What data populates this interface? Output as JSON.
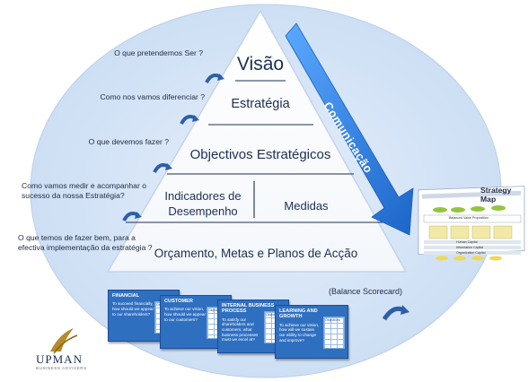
{
  "pyramid": {
    "levels": [
      "Visão",
      "Estratégia",
      "Objectivos Estratégicos",
      "Indicadores de Desempenho",
      "Medidas",
      "Orçamento, Metas e Planos de Acção"
    ]
  },
  "questions": [
    "O que pretendemos Ser ?",
    "Como nos vamos diferenciar ?",
    "O que devemos fazer ?",
    "Como vamos medir e acompanhar o sucesso da nossa Estratégia?",
    "O que temos de fazer bem, para a efectiva implementação da estratégia ?"
  ],
  "comunicacao_label": "Comunicação",
  "strategy_map": {
    "title": "Strategy Map",
    "inner_labels": [
      "Balanced Value Proposition",
      "Human Capital",
      "Information Capital",
      "Organization Capital"
    ]
  },
  "balanced_scorecard_label": "(Balance Scorecard)",
  "bsc_cards": [
    {
      "heading": "FINANCIAL",
      "question": "To succeed financially, how should we appear to our shareholders?",
      "column": "Objectives"
    },
    {
      "heading": "CUSTOMER",
      "question": "To achieve our vision, how should we appear to our customers?",
      "column": "Objectives"
    },
    {
      "heading": "INTERNAL BUSINESS\nPROCESS",
      "question": "To satisfy our shareholders and customers, what business processes must we excel at?",
      "column": "Objectives"
    },
    {
      "heading": "LEARNING AND\nGROWTH",
      "question": "To achieve our vision, how will we sustain our ability to change and improve?",
      "column": "Objectives"
    }
  ],
  "logo": {
    "name": "UPMAN",
    "tagline": "BUSINESS ADVISERS"
  },
  "colors": {
    "pyramid_fill": "#ffffff",
    "ellipse": "#d7e6f7",
    "arrow_blue": "#2e7fdf",
    "text_navy": "#1c2f52",
    "card_blue": "#2f6fc0"
  }
}
